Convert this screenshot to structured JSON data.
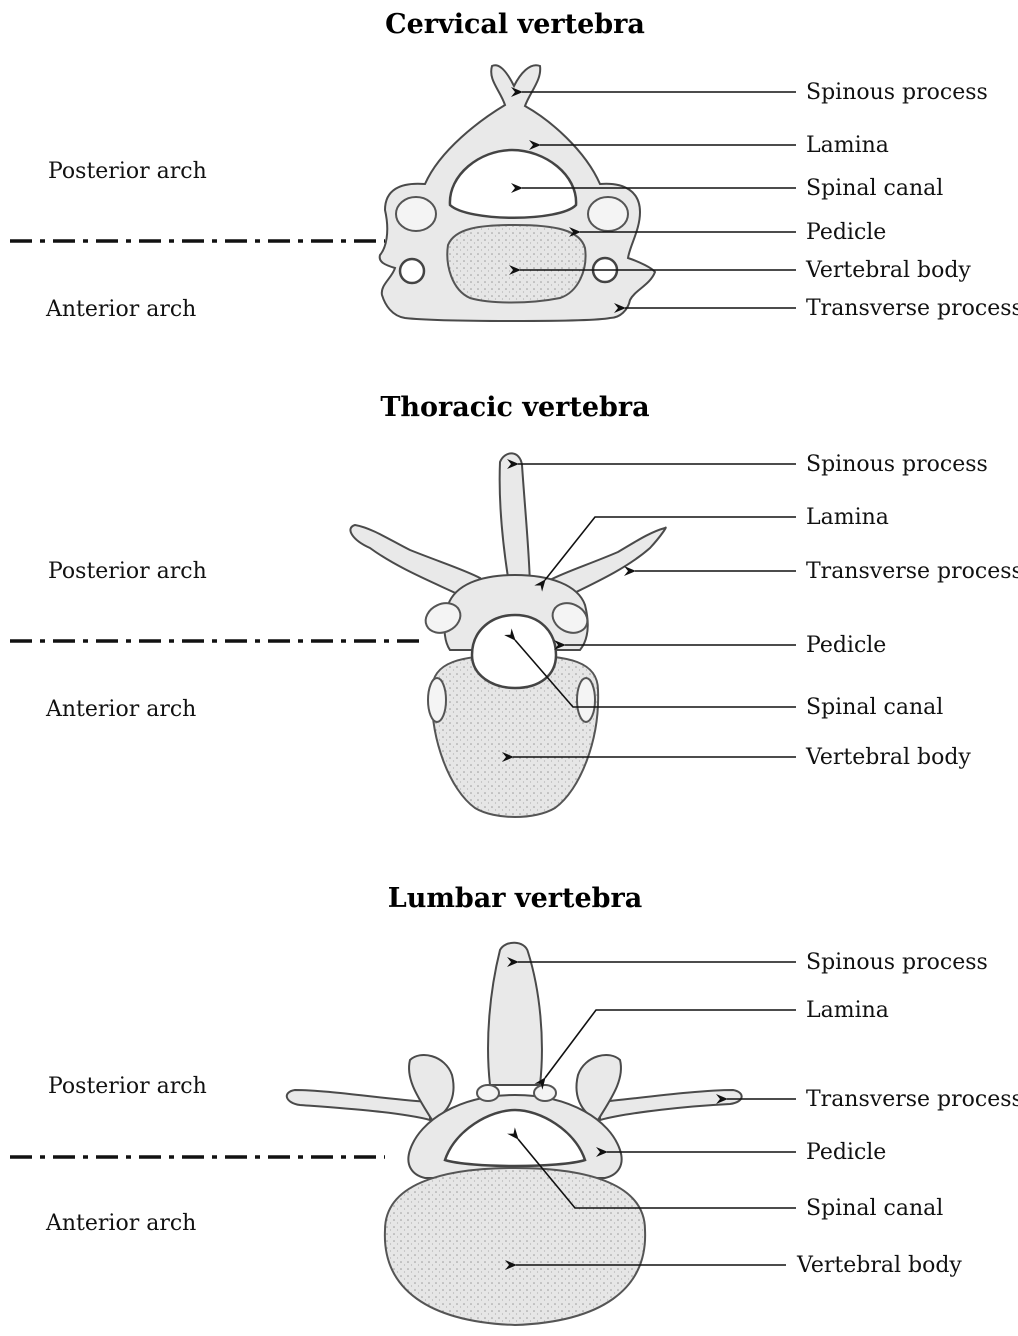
{
  "sections": [
    {
      "title": "Cervical vertebra",
      "posterior_label": "Posterior arch",
      "anterior_label": "Anterior arch",
      "labels": [
        "Spinous process",
        "Lamina",
        "Spinal canal",
        "Pedicle",
        "Vertebral body",
        "Transverse process"
      ]
    },
    {
      "title": "Thoracic vertebra",
      "posterior_label": "Posterior arch",
      "anterior_label": "Anterior arch",
      "labels": [
        "Spinous process",
        "Lamina",
        "Transverse process",
        "Pedicle",
        "Spinal canal",
        "Vertebral body"
      ]
    },
    {
      "title": "Lumbar vertebra",
      "posterior_label": "Posterior arch",
      "anterior_label": "Anterior arch",
      "labels": [
        "Spinous process",
        "Lamina",
        "Transverse process",
        "Pedicle",
        "Spinal canal",
        "Vertebral body"
      ]
    }
  ]
}
